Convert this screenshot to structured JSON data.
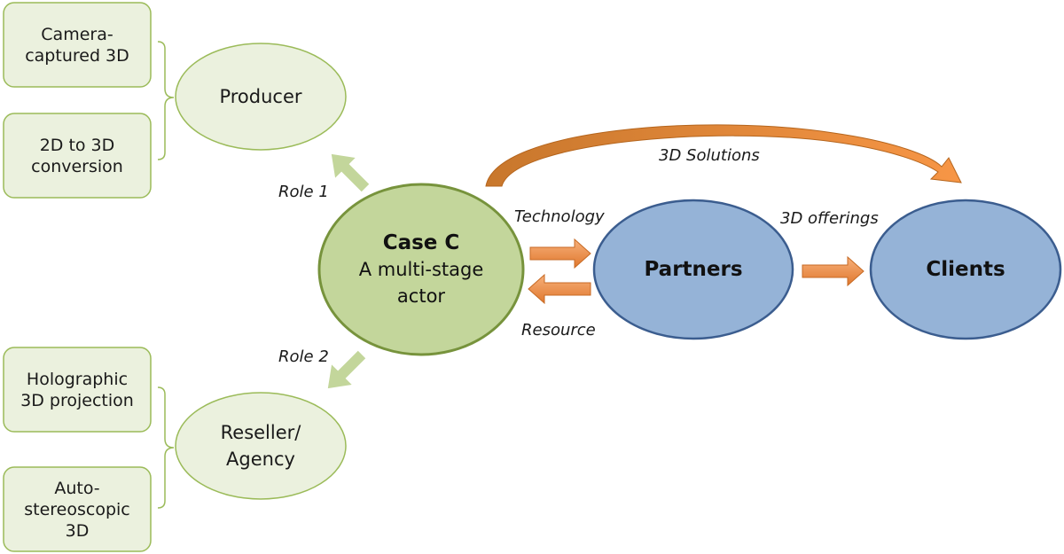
{
  "left_boxes": {
    "camera": "Camera-\ncaptured 3D",
    "conversion": "2D to 3D\nconversion",
    "holographic": "Holographic\n3D projection",
    "autostereo": "Auto-\nstereoscopic\n3D"
  },
  "roles": {
    "producer": "Producer",
    "reseller": "Reseller/\nAgency",
    "role1": "Role 1",
    "role2": "Role 2"
  },
  "center": {
    "title": "Case C",
    "subtitle": "A multi-stage\nactor"
  },
  "partners": "Partners",
  "clients": "Clients",
  "flows": {
    "solutions": "3D Solutions",
    "technology": "Technology",
    "resource": "Resource",
    "offerings": "3D offerings"
  },
  "colors": {
    "green_fill": "#c3d69b",
    "light_green_fill": "#ebf1de",
    "green_stroke": "#77933c",
    "blue_fill": "#95b3d7",
    "blue_stroke": "#3b5d8f",
    "orange": "#f79646"
  }
}
